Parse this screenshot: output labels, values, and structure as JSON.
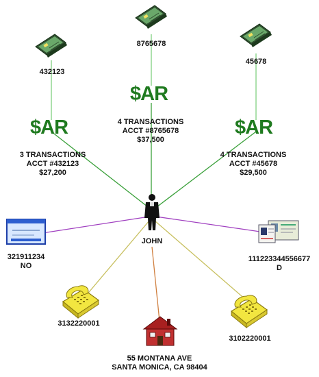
{
  "accounts": [
    {
      "id": "432123",
      "sar": "$AR",
      "tx": "3 TRANSACTIONS",
      "acct": "ACCT #432123",
      "amount": "$27,200"
    },
    {
      "id": "8765678",
      "sar": "$AR",
      "tx": "4 TRANSACTIONS",
      "acct": "ACCT #8765678",
      "amount": "$37,500"
    },
    {
      "id": "45678",
      "sar": "$AR",
      "tx": "4 TRANSACTIONS",
      "acct": "ACCT #45678",
      "amount": "$29,500"
    }
  ],
  "person": {
    "name": "JOHN"
  },
  "ssn_card": {
    "line1": "321911234",
    "line2": "NO"
  },
  "license": {
    "line1": "111223344556677",
    "line2": "D"
  },
  "phone_left": {
    "number": "3132220001"
  },
  "phone_right": {
    "number": "3102220001"
  },
  "address": {
    "line1": "55 MONTANA AVE",
    "line2": "SANTA MONICA, CA 98404"
  },
  "colors": {
    "account_link": "#7fcf7f",
    "sar_link": "#3aa03a",
    "id_link": "#a040c0",
    "phone_link": "#c8c060",
    "address_link": "#d08040",
    "sar_text": "#1f7a1f"
  }
}
